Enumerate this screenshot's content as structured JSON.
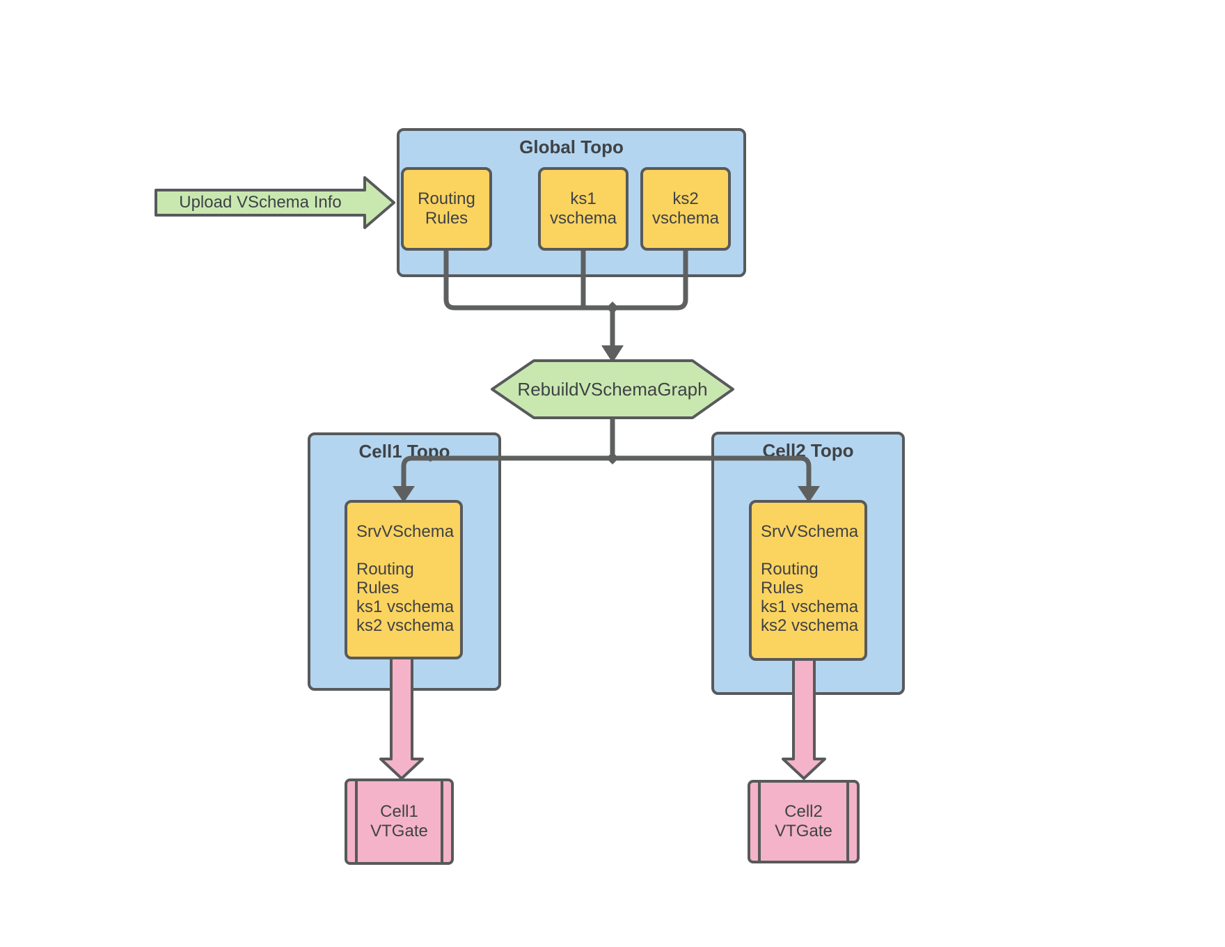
{
  "colors": {
    "blue": "#B3D5F0",
    "yellow": "#FBD35F",
    "green": "#C9E8B0",
    "pink": "#F4B3C8",
    "stroke": "#57595B",
    "connector": "#5E6060",
    "text": "#3F4245",
    "background": "#FFFFFF"
  },
  "upload_arrow": {
    "label": "Upload VSchema Info"
  },
  "global_topo": {
    "title": "Global Topo",
    "nodes": [
      {
        "label": "Routing\nRules"
      },
      {
        "label": "ks1\nvschema"
      },
      {
        "label": "ks2\nvschema"
      }
    ]
  },
  "rebuild_step": {
    "label": "RebuildVSchemaGraph"
  },
  "cells": [
    {
      "title": "Cell1 Topo",
      "srv_vschema": "SrvVSchema\n\nRouting Rules\nks1 vschema\nks2 vschema",
      "vtgate": "Cell1\nVTGate"
    },
    {
      "title": "Cell2 Topo",
      "srv_vschema": "SrvVSchema\n\nRouting Rules\nks1 vschema\nks2 vschema",
      "vtgate": "Cell2\nVTGate"
    }
  ]
}
